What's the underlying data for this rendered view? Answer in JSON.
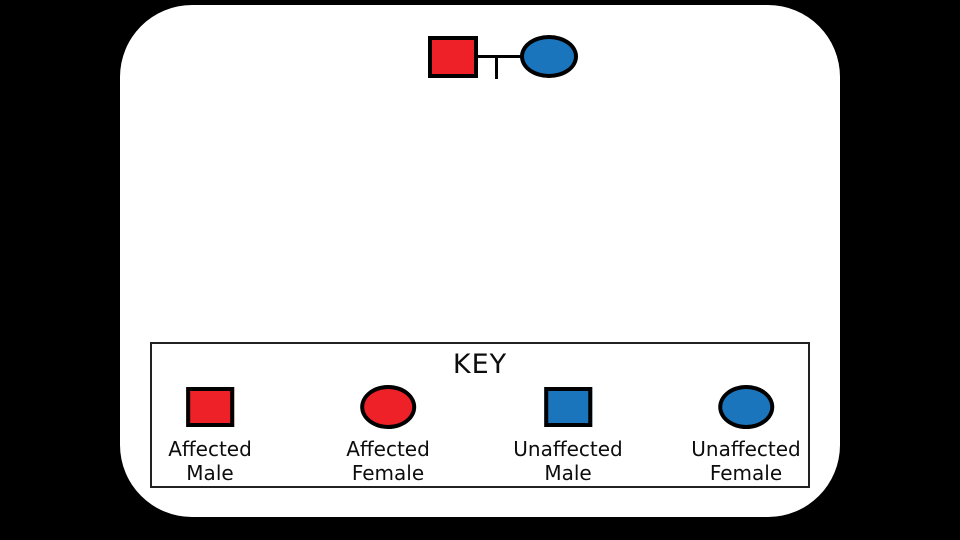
{
  "page": {
    "background_color": "#000000",
    "card_color": "#ffffff"
  },
  "colors": {
    "affected": "#ed2127",
    "unaffected": "#1b75bc",
    "outline": "#000000"
  },
  "pedigree": {
    "generation1": {
      "father": {
        "status": "affected",
        "sex": "male",
        "shape": "square",
        "color": "#ed2127"
      },
      "mother": {
        "status": "unaffected",
        "sex": "female",
        "shape": "circle",
        "color": "#1b75bc"
      }
    }
  },
  "key": {
    "title": "KEY",
    "items": [
      {
        "id": "affected-male",
        "shape": "square",
        "color": "#ed2127",
        "label": "Affected\nMale"
      },
      {
        "id": "affected-female",
        "shape": "circle",
        "color": "#ed2127",
        "label": "Affected\nFemale"
      },
      {
        "id": "unaffected-male",
        "shape": "square",
        "color": "#1b75bc",
        "label": "Unaffected\nMale"
      },
      {
        "id": "unaffected-female",
        "shape": "circle",
        "color": "#1b75bc",
        "label": "Unaffected\nFemale"
      }
    ]
  }
}
